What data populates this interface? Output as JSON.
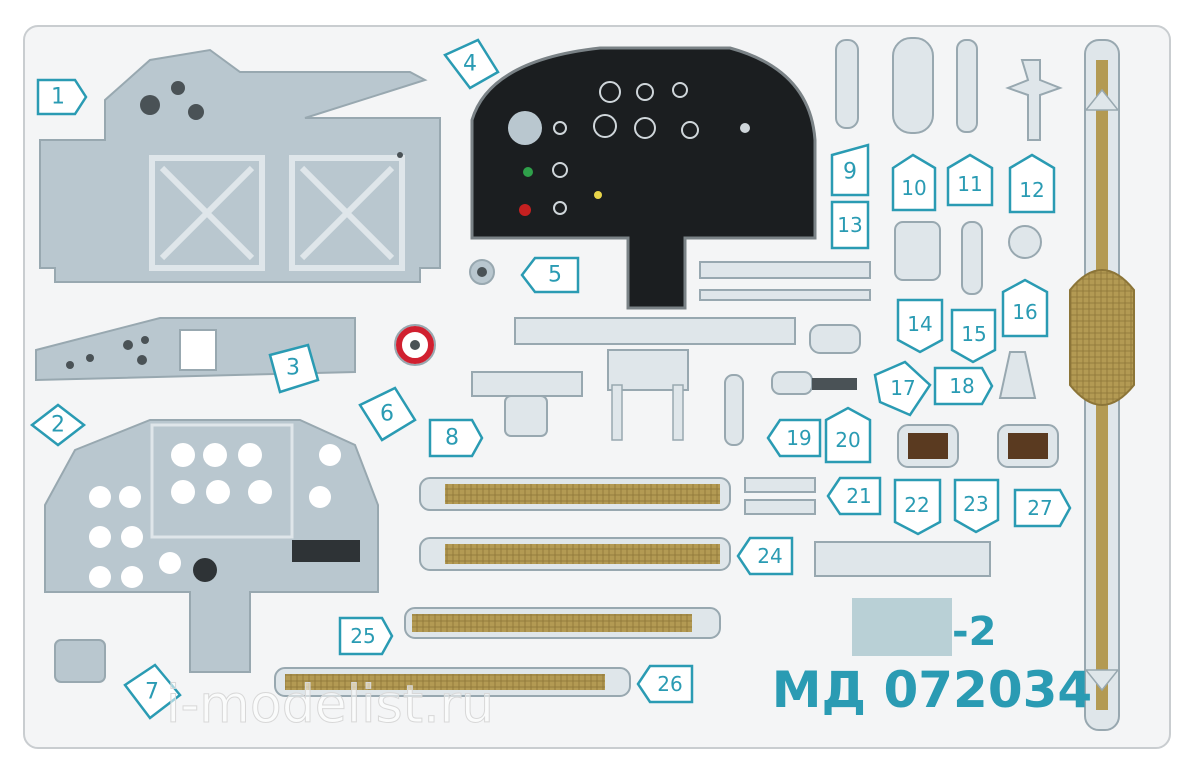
{
  "colors": {
    "fret_base": "#f4f5f6",
    "part_grey": "#b9c7cf",
    "part_grey_dark": "#98a8b0",
    "panel_black": "#1b1e20",
    "belt_tan": "#b39a53",
    "callout": "#2a9bb3",
    "blank_box": "#b9d0d6"
  },
  "part_numbers": [
    "1",
    "2",
    "3",
    "4",
    "5",
    "6",
    "7",
    "8",
    "9",
    "10",
    "11",
    "12",
    "13",
    "14",
    "15",
    "16",
    "17",
    "18",
    "19",
    "20",
    "21",
    "22",
    "23",
    "24",
    "25",
    "26",
    "27"
  ],
  "set_suffix": "-2",
  "product_code": "МД 072034",
  "watermark": "i-modelist.ru"
}
